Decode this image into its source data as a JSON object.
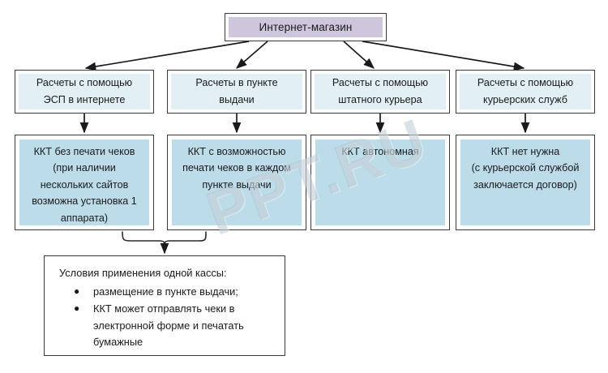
{
  "diagram": {
    "root": {
      "label": "Интернет-магазин",
      "fill": "#cec6dd"
    },
    "channels": [
      {
        "id": "esp",
        "line1": "Расчеты с помощью",
        "line2": "ЭСП в интернете",
        "fill": "#e2eff5"
      },
      {
        "id": "pickup",
        "line1": "Расчеты в пункте",
        "line2": "выдачи",
        "fill": "#e2eff5"
      },
      {
        "id": "courier",
        "line1": "Расчеты с помощью",
        "line2": "штатного курьера",
        "fill": "#e2eff5"
      },
      {
        "id": "service",
        "line1": "Расчеты с помощью",
        "line2": "курьерских служб",
        "fill": "#e2eff5"
      }
    ],
    "outcomes": [
      {
        "id": "kkt-no-print",
        "lines": [
          "ККТ без печати чеков",
          "(при наличии",
          "нескольких сайтов",
          "возможна установка 1",
          "аппарата)"
        ],
        "fill": "#bcdcea"
      },
      {
        "id": "kkt-print-each",
        "lines": [
          "ККТ с возможностью",
          "печати чеков в каждом",
          "пункте выдачи"
        ],
        "fill": "#bcdcea"
      },
      {
        "id": "kkt-autonomous",
        "lines": [
          "ККТ автономная"
        ],
        "fill": "#bcdcea"
      },
      {
        "id": "kkt-not-needed",
        "lines": [
          "ККТ нет нужна",
          "(с курьерской службой",
          "заключается договор)"
        ],
        "fill": "#bcdcea"
      }
    ],
    "conditions": {
      "title": "Условия применения одной кассы:",
      "bullet_glyph": "●",
      "items": [
        "размещение в пункте выдачи;",
        "ККТ может отправлять чеки в электронной форме и печатать бумажные"
      ]
    },
    "watermark": "PPT.RU",
    "colors": {
      "border": "#3a3a3a",
      "arrow": "#1a1a1a",
      "page_background": "#ffffff"
    }
  }
}
